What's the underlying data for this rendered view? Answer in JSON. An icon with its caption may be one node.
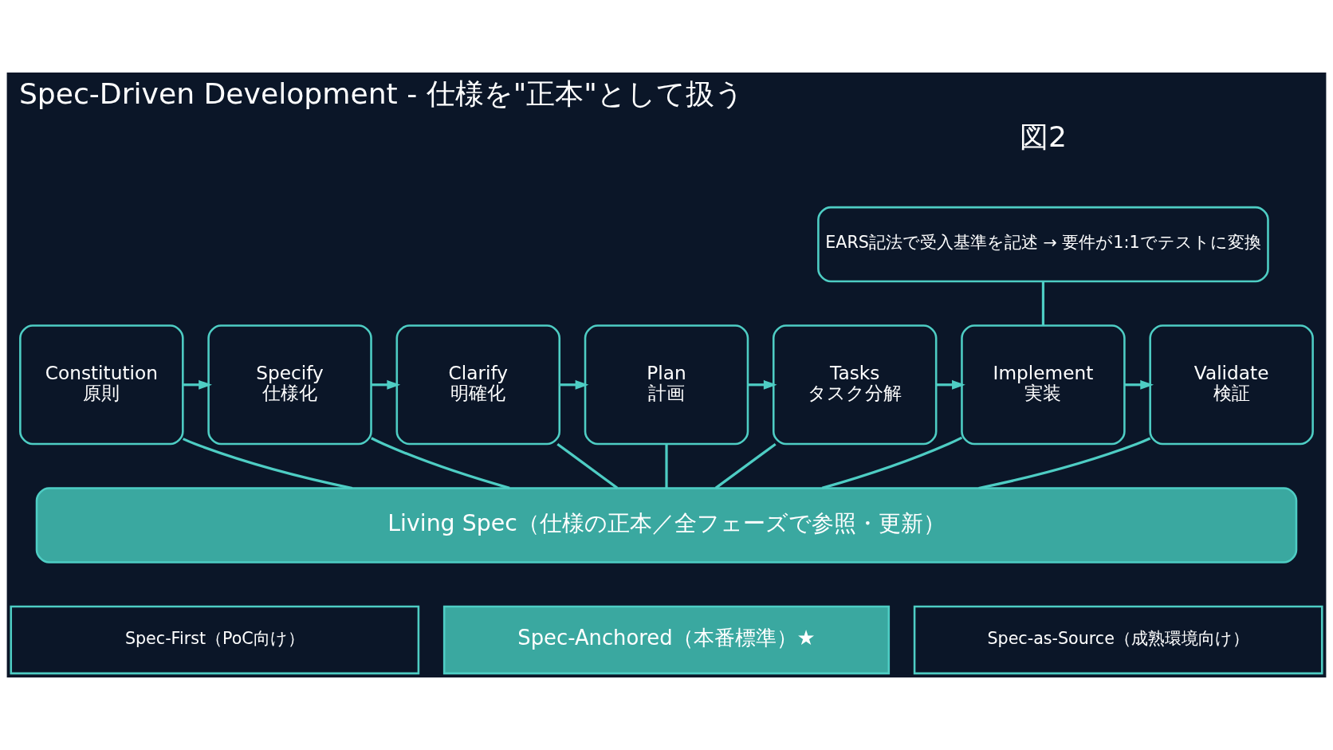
{
  "diagram": {
    "title": "Spec-Driven Development - 仕様を\"正本\"として扱う",
    "nodes": [
      {
        "text": [
          "Constitution",
          "原則"
        ]
      },
      {
        "text": [
          "Specify",
          "仕様化"
        ]
      },
      {
        "text": [
          "Clarify",
          "明確化"
        ]
      },
      {
        "text": [
          "Plan",
          "計画"
        ]
      },
      {
        "text": [
          "Tasks",
          "タスク分解"
        ]
      },
      {
        "text": [
          "Implement",
          "実装"
        ]
      },
      {
        "text": [
          "Validate",
          "検証"
        ]
      },
      {
        "text": [
          "Living Spec（仕様の正本／全フェーズで参照・更新）"
        ]
      },
      {
        "text": [
          "EARS記法で受入基準を記述 → 要件が1:1でテストに変換"
        ]
      },
      {
        "text": [
          "Spec-First（PoC向け）"
        ]
      },
      {
        "text": [
          "Spec-Anchored（本番標準）★"
        ]
      },
      {
        "text": [
          "Spec-as-Source（成熟環境向け）"
        ]
      }
    ],
    "edges": [
      {
        "from": 0,
        "to": 1,
        "arrow": "to"
      },
      {
        "from": 1,
        "to": 2,
        "arrow": "to"
      },
      {
        "from": 2,
        "to": 3,
        "arrow": "to"
      },
      {
        "from": 3,
        "to": 4,
        "arrow": "to"
      },
      {
        "from": 4,
        "to": 5,
        "arrow": "to"
      },
      {
        "from": 5,
        "to": 6,
        "arrow": "to"
      },
      {
        "from": 0,
        "to": 7,
        "arrow": "none"
      },
      {
        "from": 1,
        "to": 7,
        "arrow": "none"
      },
      {
        "from": 2,
        "to": 7,
        "arrow": "none"
      },
      {
        "from": 3,
        "to": 7,
        "arrow": "none"
      },
      {
        "from": 4,
        "to": 7,
        "arrow": "none"
      },
      {
        "from": 5,
        "to": 7,
        "arrow": "none"
      },
      {
        "from": 6,
        "to": 7,
        "arrow": "none"
      },
      {
        "from": 8,
        "to": 5,
        "arrow": "none"
      }
    ],
    "labels": [
      "図2"
    ]
  }
}
